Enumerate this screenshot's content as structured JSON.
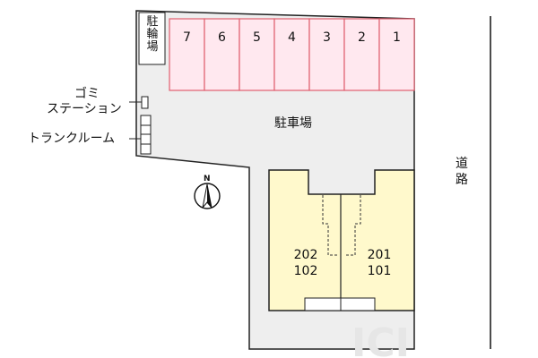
{
  "site": {
    "parking_lot_label": "駐車場",
    "bicycle_parking_lines": [
      "駐",
      "輪",
      "場"
    ],
    "garbage_station_lines": [
      "ゴミ",
      "ステーション"
    ],
    "trunk_room_label": "トランクルーム",
    "road_lines": [
      "道",
      "路"
    ],
    "north_label": "N"
  },
  "parking_spaces": [
    "7",
    "6",
    "5",
    "4",
    "3",
    "2",
    "1"
  ],
  "units": [
    {
      "upper": "202",
      "lower": "102"
    },
    {
      "upper": "201",
      "lower": "101"
    }
  ],
  "watermark": "ICI",
  "colors": {
    "lot": "#eeeeee",
    "parking_fill": "#ffe8ef",
    "parking_stroke": "#e0606f",
    "building": "#fff9cc",
    "outline": "#222222"
  }
}
